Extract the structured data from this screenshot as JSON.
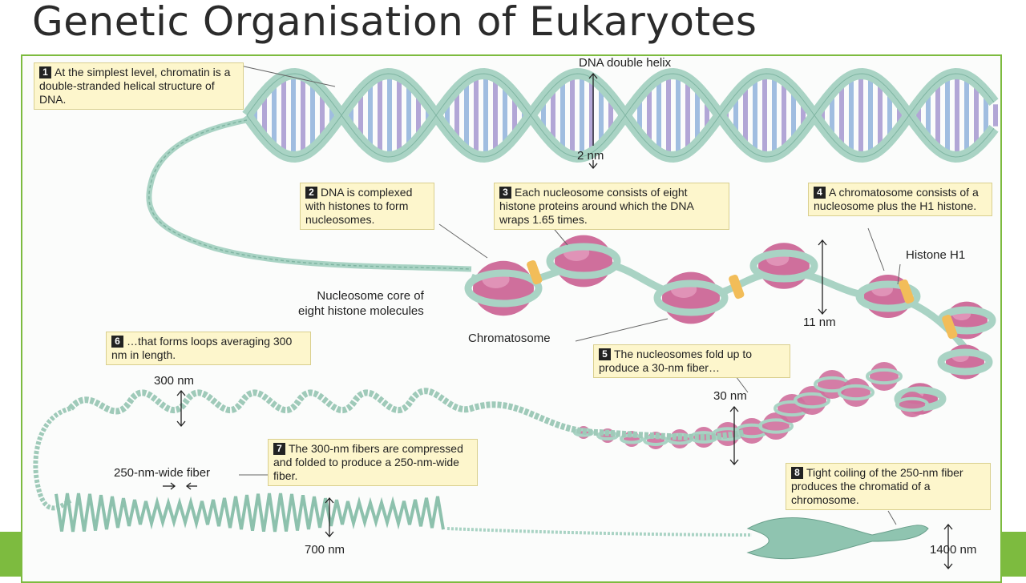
{
  "slide": {
    "title": "Genetic Organisation of Eukaryotes"
  },
  "callouts": [
    {
      "num": "1",
      "text": "At the simplest level, chromatin is a double-stranded helical structure of DNA."
    },
    {
      "num": "2",
      "text": "DNA is complexed with histones to form nucleosomes."
    },
    {
      "num": "3",
      "text": "Each nucleosome consists of eight histone proteins around which the DNA wraps 1.65 times."
    },
    {
      "num": "4",
      "text": "A chromatosome consists of a nucleosome plus the H1 histone."
    },
    {
      "num": "5",
      "text": "The nucleosomes fold up to produce a 30-nm fiber…"
    },
    {
      "num": "6",
      "text": "…that forms loops averaging 300 nm in length."
    },
    {
      "num": "7",
      "text": "The 300-nm fibers are compressed and folded to produce a 250-nm-wide fiber."
    },
    {
      "num": "8",
      "text": "Tight coiling of the 250-nm fiber produces the chromatid of a chromosome."
    }
  ],
  "labels": {
    "dna_helix": "DNA double helix",
    "nm2": "2 nm",
    "histone_h1": "Histone H1",
    "nm11": "11 nm",
    "core": "Nucleosome core of\neight histone molecules",
    "chromatosome": "Chromatosome",
    "nm300": "300 nm",
    "nm30": "30 nm",
    "fiber250": "250-nm-wide fiber",
    "nm700": "700 nm",
    "nm1400": "1400 nm"
  },
  "colors": {
    "backbone": "#a9d3c4",
    "backbone_dark": "#7fb5a2",
    "base_purple": "#a596cf",
    "base_blue": "#8fb1db",
    "histone": "#cf6f9c",
    "histone_light": "#e7a3c3",
    "h1": "#f2bd59",
    "callout_bg": "#fdf6cc",
    "frame_green": "#7dbb3f"
  }
}
